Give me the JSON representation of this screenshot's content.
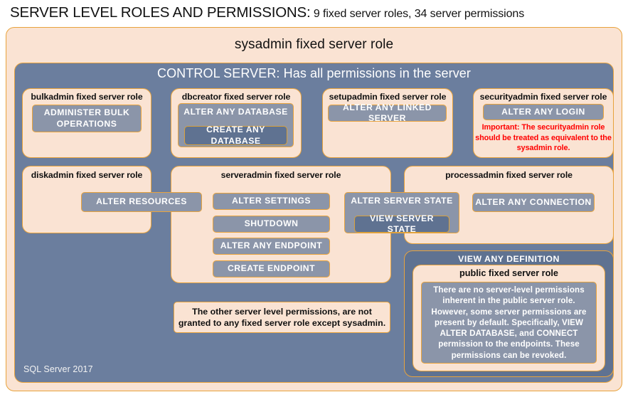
{
  "title": {
    "main": "SERVER LEVEL ROLES AND PERMISSIONS:",
    "sub": " 9 fixed server roles, 34 server permissions"
  },
  "outer": {
    "sysadmin_label": "sysadmin  fixed  server  role",
    "control_server_label": "CONTROL SERVER: Has all permissions in the server",
    "version": "SQL Server 2017"
  },
  "roles": {
    "bulkadmin": {
      "title": "bulkadmin  fixed server role",
      "permission": "ADMINISTER  BULK OPERATIONS"
    },
    "dbcreator": {
      "title": "dbcreator fixed server role",
      "permission": "ALTER ANY DATABASE",
      "nested_permission": "CREATE  ANY DATABASE"
    },
    "setupadmin": {
      "title": "setupadmin fixed server role",
      "permission": "ALTER ANY LINKED SERVER"
    },
    "securityadmin": {
      "title": "securityadmin  fixed server role",
      "permission": "ALTER ANY LOGIN",
      "warning": "Important:  The securityadmin role should  be treated as equivalent to the  sysadmin role."
    },
    "diskadmin": {
      "title": "diskadmin  fixed server role",
      "permission": "ALTER RESOURCES"
    },
    "serveradmin": {
      "title": "serveradmin fixed server role",
      "permissions": [
        "ALTER SETTINGS",
        "SHUTDOWN",
        "ALTER ANY ENDPOINT",
        "CREATE  ENDPOINT"
      ],
      "shared_permission": "ALTER SERVER STATE",
      "shared_nested_permission": "VIEW SERVER STATE"
    },
    "processadmin": {
      "title": "processadmin fixed server role",
      "permission": "ALTER ANY CONNECTION"
    },
    "public": {
      "outer_permission": "VIEW ANY DEFINITION",
      "title": "public  fixed server role",
      "note": "There are no server-level permissions inherent in the public server role. However, some server permissions are present by default. Specifically, VIEW ALTER DATABASE, and CONNECT permission to the endpoints. These permissions can be revoked."
    }
  },
  "footnote": "The other server level permissions,  are not granted to any fixed server role except sysadmin.",
  "colors": {
    "slate_background": "#6B7E9E",
    "peach_background": "#FAE3D3",
    "gold_border": "#E8A33D",
    "permission_fill": "#8B95A9",
    "permission_fill_dark": "#5F7291",
    "warning_text": "#FF0000"
  }
}
